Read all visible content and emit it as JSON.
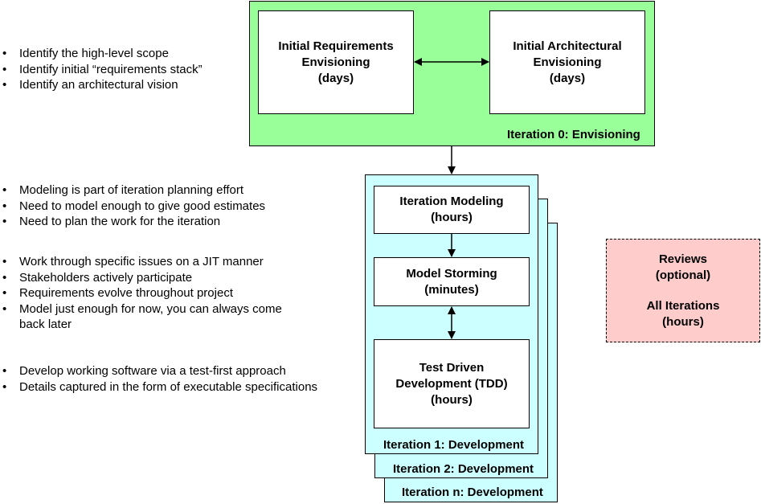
{
  "envisioning": {
    "caption": "Iteration 0: Envisioning",
    "requirements_box": [
      "Initial Requirements",
      "Envisioning",
      "(days)"
    ],
    "architecture_box": [
      "Initial Architectural",
      "Envisioning",
      "(days)"
    ]
  },
  "development": {
    "iteration_modeling_box": [
      "Iteration Modeling",
      "(hours)"
    ],
    "model_storming_box": [
      "Model Storming",
      "(minutes)"
    ],
    "tdd_box": [
      "Test Driven",
      "Development (TDD)",
      "(hours)"
    ],
    "captions": [
      "Iteration 1: Development",
      "Iteration 2: Development",
      "Iteration n: Development"
    ]
  },
  "reviews": {
    "lines": [
      "Reviews",
      "(optional)",
      "All Iterations",
      "(hours)"
    ]
  },
  "bullets": {
    "envisioning": [
      "Identify the high-level scope",
      "Identify initial “requirements stack”",
      "Identify an architectural vision"
    ],
    "iteration_modeling": [
      "Modeling is part of iteration planning effort",
      "Need to model enough to give good estimates",
      "Need to plan the work for the iteration"
    ],
    "model_storming": [
      "Work through specific issues on a JIT manner",
      "Stakeholders actively participate",
      "Requirements evolve throughout project",
      "Model just enough for now, you can always come back later"
    ],
    "tdd": [
      "Develop working software via a test-first approach",
      "Details captured in the form of executable specifications"
    ]
  },
  "colors": {
    "envisioning_fill": "#99ff99",
    "iteration_fill": "#ccffff",
    "reviews_fill": "#ffcccc"
  }
}
